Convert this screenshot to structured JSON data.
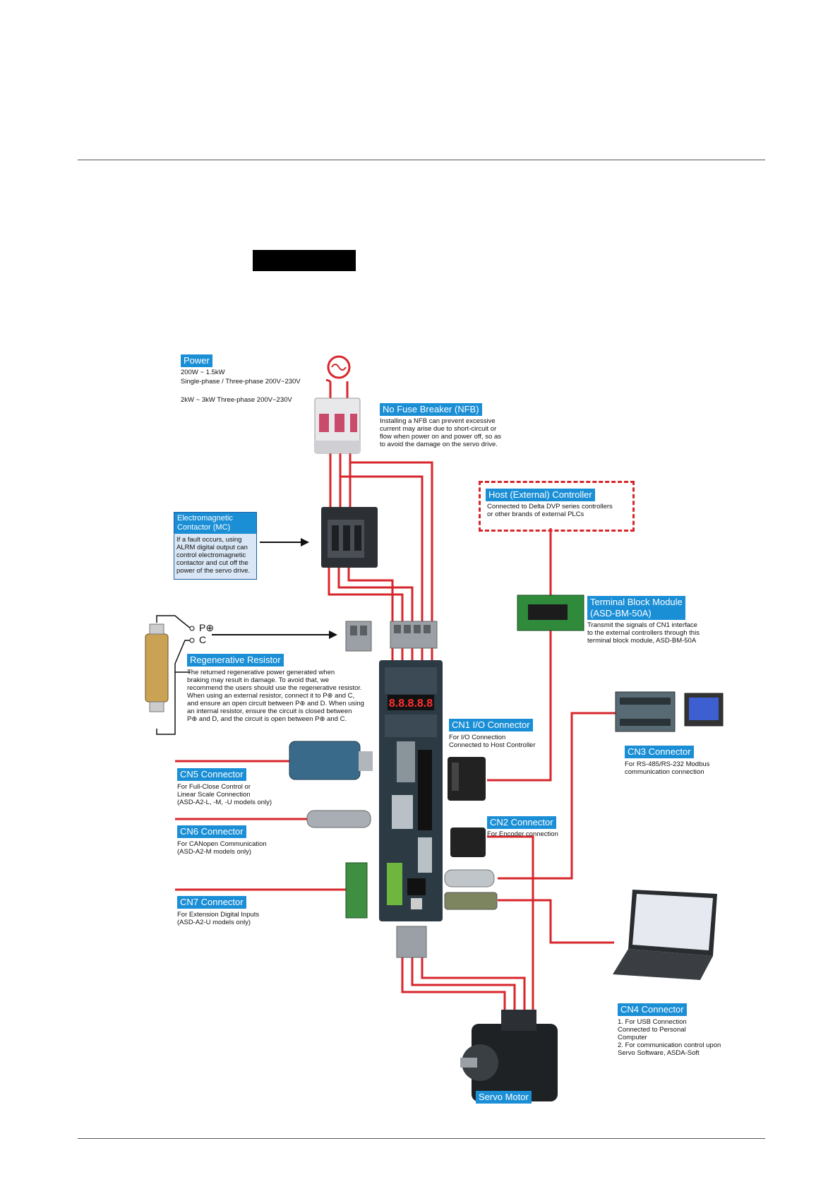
{
  "power": {
    "tag": "Power",
    "line1": "200W ~ 1.5kW",
    "line2": "Single-phase / Three-phase 200V~230V",
    "line3": "2kW ~ 3kW  Three-phase 200V~230V"
  },
  "nfb": {
    "tag": "No Fuse Breaker (NFB)",
    "desc": "Installing a NFB can prevent excessive\ncurrent may arise due to short-circuit or\nflow when power on and power off, so as\nto avoid the damage on the servo drive."
  },
  "mc": {
    "title": "Electromagnetic\nContactor (MC)",
    "desc": "If a fault occurs, using\nALRM digital output can\ncontrol electromagnetic\ncontactor and cut off the\npower of the servo drive."
  },
  "host": {
    "tag": "Host (External) Controller",
    "desc": "Connected to Delta DVP series controllers\nor other brands of external PLCs"
  },
  "terminal": {
    "tag": "Terminal Block Module\n(ASD-BM-50A)",
    "desc": "Transmit the signals of CN1 interface\nto the external controllers through this\nterminal block module, ASD-BM-50A"
  },
  "regen": {
    "tag": "Regenerative Resistor",
    "p_label": "P⊕",
    "c_label": "C",
    "desc": "The returned regenerative power generated when\nbraking may result in damage. To avoid that, we\nrecommend the users should use the regenerative resistor.\nWhen using an external resistor, connect it to P⊕ and C,\nand ensure an open circuit between P⊕ and D. When using\nan internal resistor, ensure the circuit is closed between\nP⊕ and D, and the circuit is open between P⊕ and C."
  },
  "cn1": {
    "tag": "CN1 I/O Connector",
    "desc": "For I/O Connection\nConnected to Host Controller"
  },
  "cn2": {
    "tag": "CN2 Connector",
    "desc": "For Encoder connection"
  },
  "cn3": {
    "tag": "CN3 Connector",
    "desc": "For RS-485/RS-232 Modbus\ncommunication connection"
  },
  "cn4": {
    "tag": "CN4 Connector",
    "desc": "1. For USB Connection\n    Connected to Personal\n    Computer\n2. For communication control upon\n    Servo Software, ASDA-Soft"
  },
  "cn5": {
    "tag": "CN5 Connector",
    "desc": "For Full-Close Control or\nLinear Scale Connection\n(ASD-A2-L, -M, -U models only)"
  },
  "cn6": {
    "tag": "CN6 Connector",
    "desc": "For CANopen Communication\n(ASD-A2-M models only)"
  },
  "cn7": {
    "tag": "CN7 Connector",
    "desc": "For Extension Digital Inputs\n(ASD-A2-U models only)"
  },
  "motor": {
    "tag": "Servo Motor"
  },
  "drive": {
    "display": "8.8.8.8.8"
  },
  "colors": {
    "wire": "#d7262b",
    "tag": "#1b8fd6",
    "drive": "#2c3a44"
  }
}
